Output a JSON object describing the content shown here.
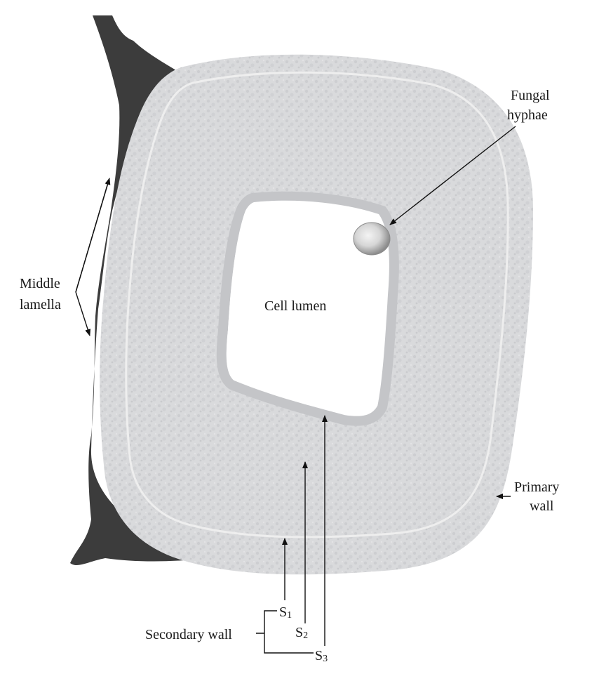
{
  "labels": {
    "fungal_line1": "Fungal",
    "fungal_line2": "hyphae",
    "middle_line1": "Middle",
    "middle_line2": "lamella",
    "cell_lumen": "Cell lumen",
    "primary_line1": "Primary",
    "primary_line2": "wall",
    "secondary_wall": "Secondary wall",
    "s1": "S",
    "s1_sub": "1",
    "s2": "S",
    "s2_sub": "2",
    "s3": "S",
    "s3_sub": "3"
  },
  "colors": {
    "cell_wall": "#d9dadc",
    "cell_wall_texture": "#c7c8cb",
    "middle_lamella": "#3c3c3c",
    "primary_wall_line": "#ececec",
    "lumen": "#ffffff",
    "hypha_outer": "#9c9c9c",
    "hypha_inner": "#e2e2e2"
  }
}
